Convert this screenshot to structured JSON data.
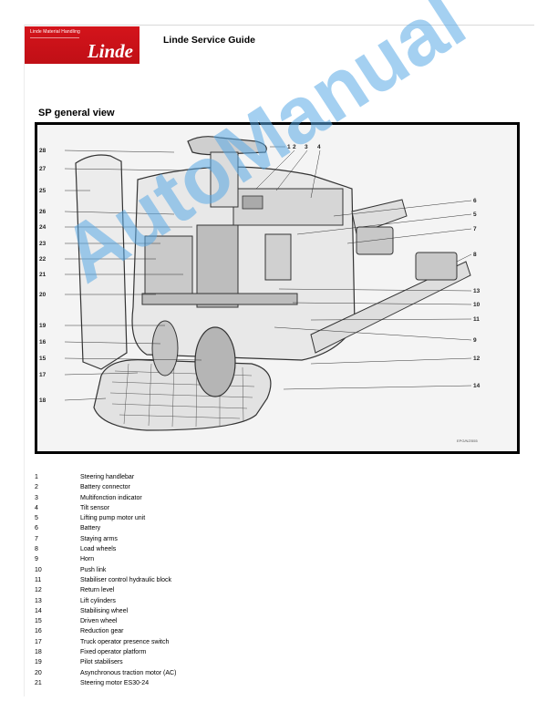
{
  "header": {
    "logo_small": "Linde Material Handling",
    "logo_main": "Linde",
    "title": "Linde Service Guide"
  },
  "section": {
    "title": "SP general view"
  },
  "figure": {
    "code": "EPG/NZ/555",
    "callouts": [
      "28",
      "27",
      "25",
      "26",
      "24",
      "23",
      "22",
      "21",
      "20",
      "19",
      "16",
      "15",
      "17",
      "18",
      "1",
      "2",
      "3",
      "4",
      "6",
      "5",
      "7",
      "8",
      "13",
      "10",
      "11",
      "9",
      "12",
      "14"
    ]
  },
  "watermark": "AutoManual",
  "legend": [
    {
      "num": "1",
      "label": "Steering handlebar"
    },
    {
      "num": "2",
      "label": "Battery connector"
    },
    {
      "num": "3",
      "label": "Multifonction indicator"
    },
    {
      "num": "4",
      "label": "Tilt sensor"
    },
    {
      "num": "5",
      "label": "Lifting pump motor unit"
    },
    {
      "num": "6",
      "label": "Battery"
    },
    {
      "num": "7",
      "label": "Staying arms"
    },
    {
      "num": "8",
      "label": "Load wheels"
    },
    {
      "num": "9",
      "label": "Horn"
    },
    {
      "num": "10",
      "label": "Push link"
    },
    {
      "num": "11",
      "label": "Stabiliser control hydraulic block"
    },
    {
      "num": "12",
      "label": "Return level"
    },
    {
      "num": "13",
      "label": "Lift cylinders"
    },
    {
      "num": "14",
      "label": "Stabilising wheel"
    },
    {
      "num": "15",
      "label": "Driven wheel"
    },
    {
      "num": "16",
      "label": "Reduction gear"
    },
    {
      "num": "17",
      "label": "Truck operator presence switch"
    },
    {
      "num": "18",
      "label": "Fixed operator platform"
    },
    {
      "num": "19",
      "label": "Pilot stabilisers"
    },
    {
      "num": "20",
      "label": "Asynchronous traction motor (AC)"
    },
    {
      "num": "21",
      "label": "Steering motor ES30-24"
    }
  ]
}
